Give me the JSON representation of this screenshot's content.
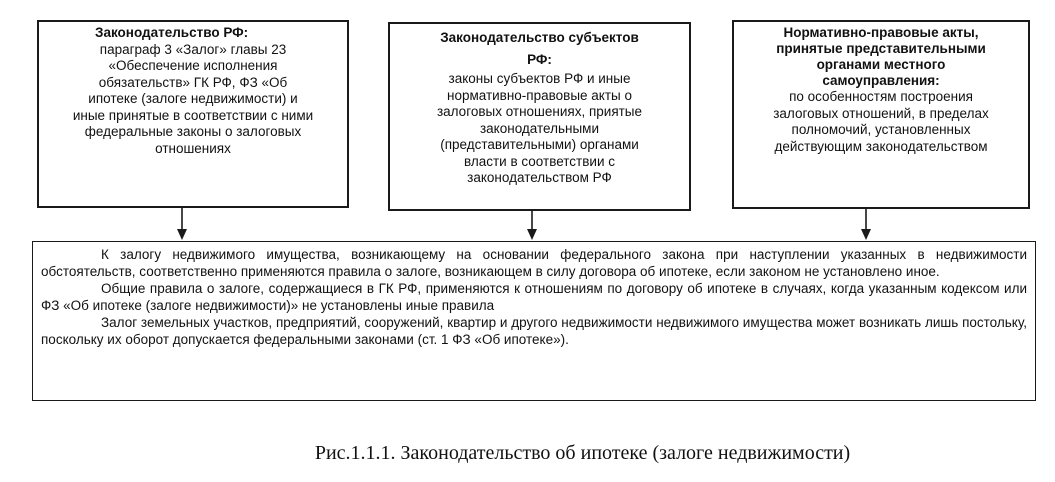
{
  "boxes": {
    "federal": {
      "title": "Законодательство РФ:",
      "body": "параграф 3 «Залог» главы 23\n«Обеспечение исполнения\nобязательств» ГК РФ, ФЗ «Об\nипотеке (залоге недвижимости) и\nиные принятые в соответствии с ними\nфедеральные законы о залоговых\nотношениях"
    },
    "subjects": {
      "title": "Законодательство субъектов\nРФ:",
      "body": "законы субъектов РФ и иные\nнормативно-правовые акты о\nзалоговых отношениях, приятые\nзаконодательными\n(представительными) органами\nвласти в соответствии с\nзаконодательством РФ"
    },
    "municipal": {
      "title": "Нормативно-правовые акты,\nпринятые представительными\nорганами местного\nсамоуправления:",
      "body": "по особенностям построения\nзалоговых отношений, в пределах\nполномочий, установленных\nдействующим законодательством"
    }
  },
  "result": {
    "paragraphs": [
      "К залогу недвижимого имущества, возникающему на основании федерального закона при наступлении указанных в недвижимости обстоятельств, соответственно применяются правила о залоге, возникающем в силу договора об ипотеке, если законом не установлено иное.",
      "Общие правила о залоге, содержащиеся в ГК РФ, применяются к отношениям по договору об ипотеке в случаях, когда указанным кодексом или ФЗ «Об ипотеке (залоге недвижимости)» не установлены иные правила",
      "Залог земельных участков, предприятий, сооружений, квартир и другого недвижимости недвижимого имущества может возникать лишь постольку, поскольку их оборот допускается федеральными законами (ст. 1 ФЗ «Об ипотеке»)."
    ]
  },
  "caption": "Рис.1.1.1. Законодательство об ипотеке (залоге недвижимости)",
  "colors": {
    "line": "#1a1a1a",
    "text": "#111111",
    "background": "#ffffff"
  }
}
